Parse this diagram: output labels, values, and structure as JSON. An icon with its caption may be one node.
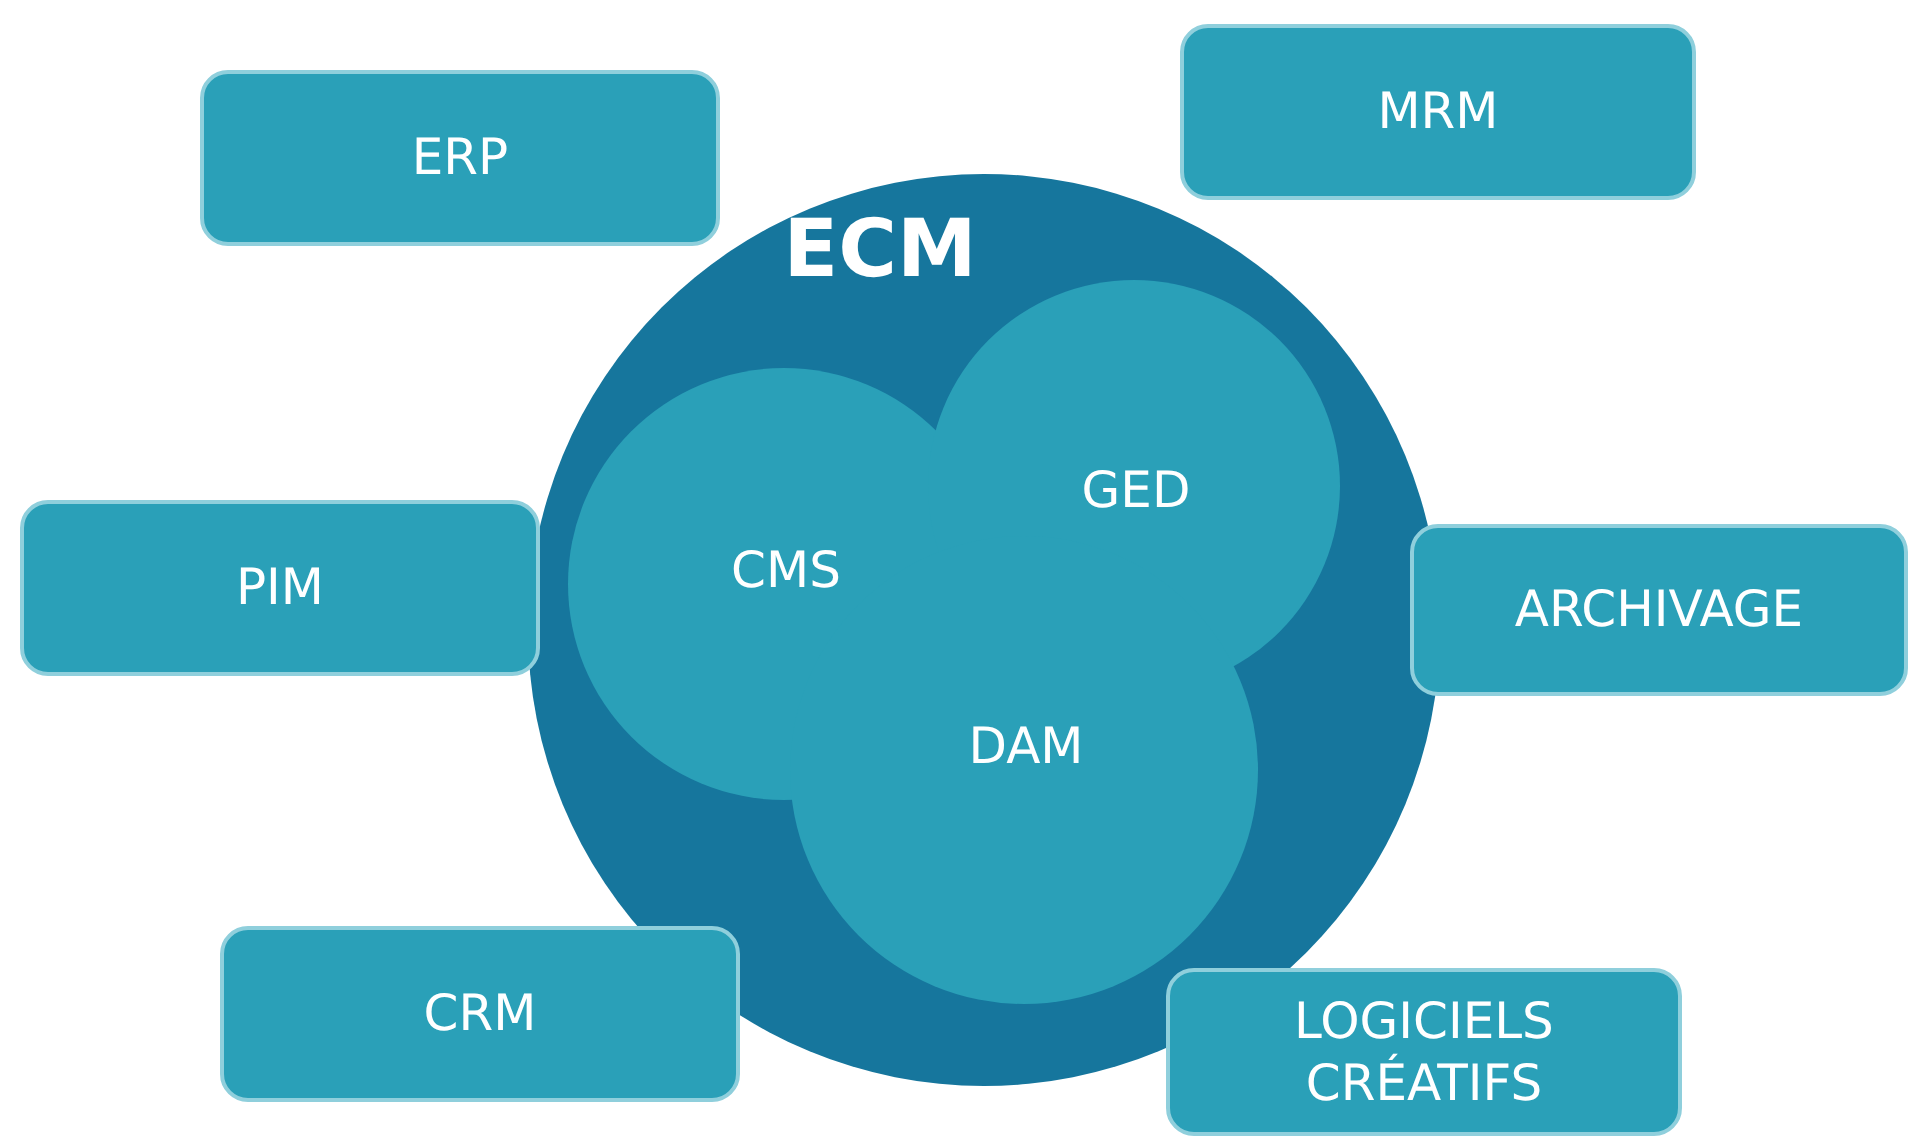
{
  "diagram": {
    "nodes": [
      {
        "text": [
          "ECM"
        ]
      },
      {
        "text": [
          "CMS",
          "GED",
          "DAM"
        ],
        "in": 0
      },
      {
        "text": [
          "ERP"
        ]
      },
      {
        "text": [
          "MRM"
        ]
      },
      {
        "text": [
          "PIM"
        ]
      },
      {
        "text": [
          "ARCHIVAGE"
        ]
      },
      {
        "text": [
          "CRM"
        ]
      },
      {
        "text": [
          "LOGICIELS CRÉATIFS"
        ]
      }
    ]
  }
}
